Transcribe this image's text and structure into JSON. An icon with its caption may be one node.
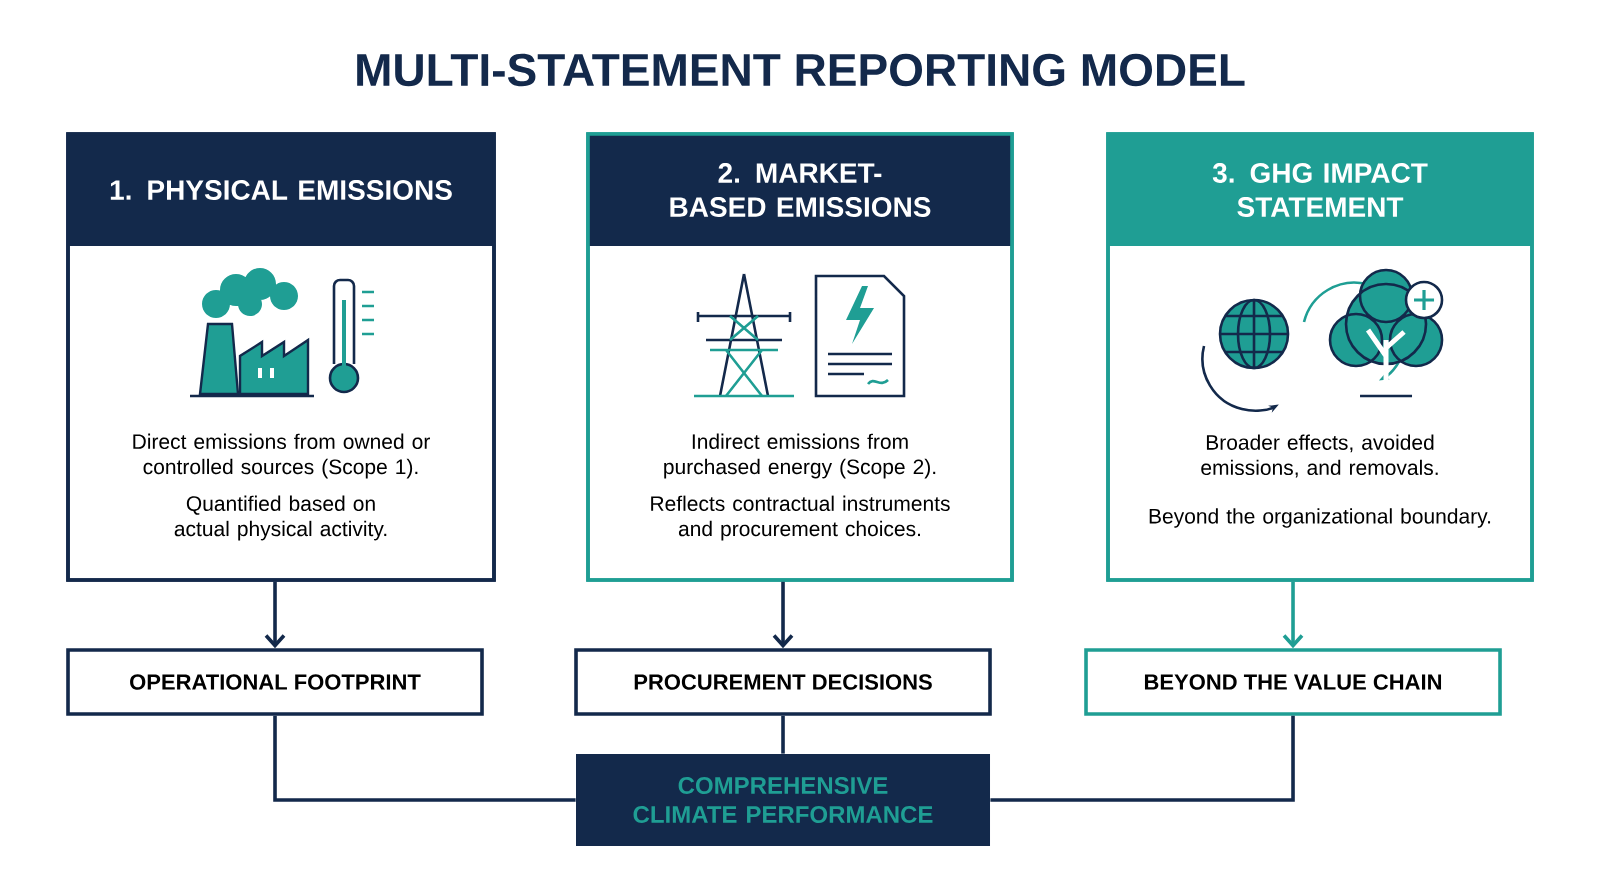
{
  "diagram": {
    "title": "MULTI-STATEMENT REPORTING MODEL",
    "nodes": [
      {
        "text": [
          "1. PHYSICAL EMISSIONS",
          "Direct emissions from owned or controlled sources (Scope 1).",
          "Quantified based on actual physical activity."
        ]
      },
      {
        "text": [
          "2. MARKET-BASED EMISSIONS",
          "Indirect emissions from purchased energy (Scope 2).",
          "Reflects contractual instruments and procurement choices."
        ]
      },
      {
        "text": [
          "3. GHG IMPACT STATEMENT",
          "Broader effects, avoided emissions, and removals.",
          "Beyond the organizational boundary."
        ]
      },
      {
        "text": [
          "OPERATIONAL FOOTPRINT"
        ]
      },
      {
        "text": [
          "PROCUREMENT DECISIONS"
        ]
      },
      {
        "text": [
          "BEYOND THE VALUE CHAIN"
        ]
      },
      {
        "text": [
          "COMPREHENSIVE CLIMATE PERFORMANCE"
        ]
      }
    ],
    "edges": [
      {
        "from": 0,
        "to": 3,
        "arrow": "to"
      },
      {
        "from": 1,
        "to": 4,
        "arrow": "to"
      },
      {
        "from": 2,
        "to": 5,
        "arrow": "to",
        "color": "#1f9e94"
      },
      {
        "from": 3,
        "to": 6,
        "arrow": "none"
      },
      {
        "from": 4,
        "to": 6,
        "arrow": "none"
      },
      {
        "from": 5,
        "to": 6,
        "arrow": "none"
      }
    ]
  }
}
